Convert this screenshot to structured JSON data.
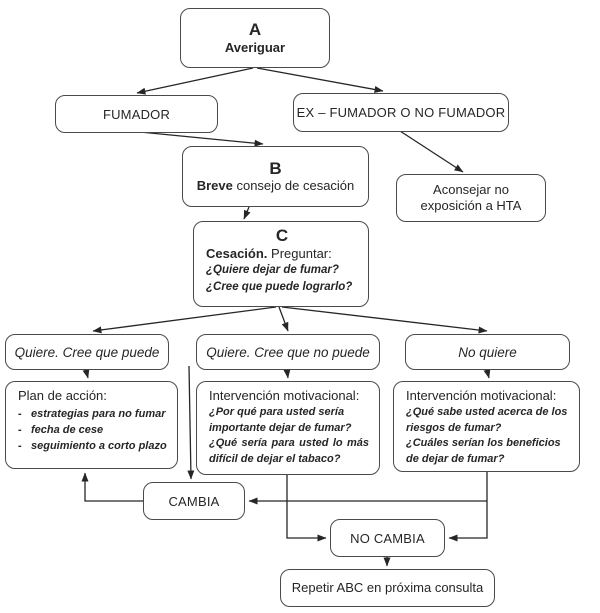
{
  "colors": {
    "border": "#4a4a4a",
    "line": "#262626",
    "text": "#262626",
    "background": "#ffffff"
  },
  "nodes": {
    "a": {
      "letter": "A",
      "label": "Averiguar"
    },
    "fumador": {
      "label": "FUMADOR"
    },
    "ex_fumador": {
      "label": "EX – FUMADOR O NO FUMADOR"
    },
    "b": {
      "letter": "B",
      "label_bold": "Breve",
      "label_rest": " consejo de cesación"
    },
    "aconsejar": {
      "label": "Aconsejar no exposición a HTA"
    },
    "c": {
      "letter": "C",
      "title_bold": "Cesación.",
      "title_rest": " Preguntar:",
      "q1": "¿Quiere dejar de fumar?",
      "q2": "¿Cree que puede lograrlo?"
    },
    "branch_puede": {
      "label": "Quiere. Cree que puede"
    },
    "branch_no_puede": {
      "label": "Quiere. Cree que no puede"
    },
    "branch_no_quiere": {
      "label": "No quiere"
    },
    "plan": {
      "title": "Plan de acción:",
      "items": [
        "estrategias para no fumar",
        "fecha de cese",
        "seguimiento a corto plazo"
      ]
    },
    "motivacional_1": {
      "title": "Intervención motivacional:",
      "q1": "¿Por qué para usted sería importante dejar de fumar?",
      "q2": "¿Qué sería para usted lo más difícil de dejar el tabaco?"
    },
    "motivacional_2": {
      "title": "Intervención motivacional:",
      "q1": "¿Qué sabe usted acerca de los riesgos de fumar?",
      "q2": "¿Cuáles serían los beneficios de dejar de fumar?"
    },
    "cambia": {
      "label": "CAMBIA"
    },
    "no_cambia": {
      "label": "NO CAMBIA"
    },
    "repetir": {
      "label": "Repetir ABC en próxima consulta"
    }
  }
}
